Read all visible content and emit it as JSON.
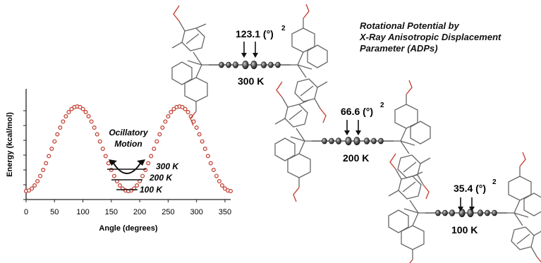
{
  "header": {
    "line1": "Rotational Potential by",
    "line2": "X-Ray Anisotropic Displacement",
    "line3": "Parameter (ADPs)"
  },
  "molecules": [
    {
      "temp_label": "300 K",
      "adp_value": "123.1 (°)",
      "adp_exp": "2"
    },
    {
      "temp_label": "200 K",
      "adp_value": "66.6 (°)",
      "adp_exp": "2"
    },
    {
      "temp_label": "100 K",
      "adp_value": "35.4 (°)",
      "adp_exp": "2"
    }
  ],
  "plot": {
    "xlabel": "Angle (degrees)",
    "ylabel": "Energy (kcal/mol)",
    "xticks": [
      "0",
      "50",
      "100",
      "150",
      "200",
      "250",
      "300",
      "350"
    ],
    "annotation_line1": "Ocillatory",
    "annotation_line2": "Motion",
    "levels": [
      "300 K",
      "200 K",
      "100 K"
    ],
    "curve_color": "#c0392b"
  },
  "chart_data": {
    "type": "scatter",
    "xlabel": "Angle (degrees)",
    "ylabel": "Energy (kcal/mol)",
    "xlim": [
      0,
      360
    ],
    "x_ticks": [
      0,
      50,
      100,
      150,
      200,
      250,
      300,
      350
    ],
    "y_ticks_labeled": false,
    "series": [
      {
        "x": [
          0,
          10,
          20,
          30,
          40,
          50,
          60,
          70,
          80,
          90,
          100,
          110,
          120,
          130,
          140,
          150,
          160,
          170,
          180,
          190,
          200,
          210,
          220,
          230,
          240,
          250,
          260,
          270,
          280,
          290,
          300,
          310,
          320,
          330,
          340,
          350,
          360
        ]
      }
    ]
  }
}
